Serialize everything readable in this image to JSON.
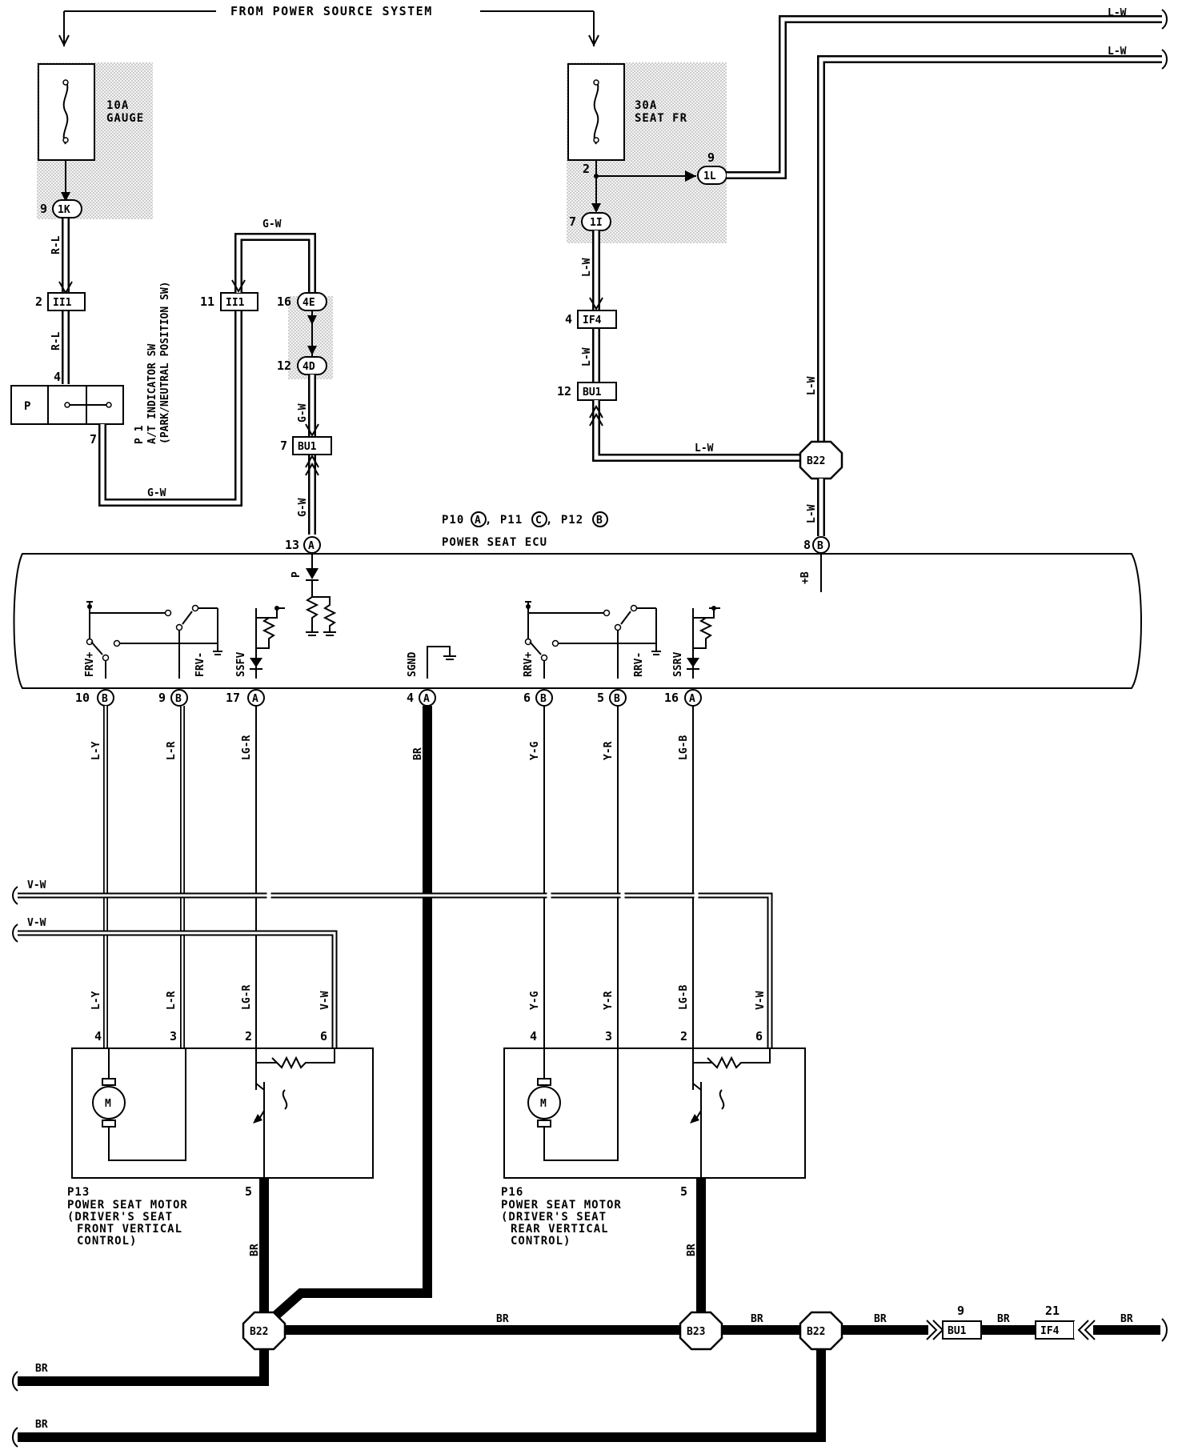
{
  "header": {
    "source_label": "FROM POWER SOURCE SYSTEM"
  },
  "fuses": {
    "gauge": {
      "amp": "10A",
      "name": "GAUGE"
    },
    "seat_fr": {
      "amp": "30A",
      "name": "SEAT FR"
    }
  },
  "connectors": {
    "c1k": "1K",
    "c1l": "1L",
    "c1i": "1I",
    "ii1_a": "II1",
    "ii1_b": "II1",
    "c4e": "4E",
    "c4d": "4D",
    "if4_top": "IF4",
    "bu1_top": "BU1",
    "bu1_mid": "BU1",
    "bu1_bottom": "BU1",
    "if4_bottom": "IF4"
  },
  "pins": {
    "p1k": "9",
    "p1l": "9",
    "p1i": "7",
    "p2": "2",
    "pii1a": "2",
    "pii1b": "11",
    "p4e": "16",
    "p4d": "12",
    "pif4": "4",
    "pbu1": "12",
    "pbu1mid": "7",
    "sw4": "4",
    "sw7": "7",
    "ecu13": "13",
    "ecu8": "8",
    "ecu10": "10",
    "ecu9": "9",
    "ecu17": "17",
    "ecu4": "4",
    "ecu6": "6",
    "ecu5": "5",
    "ecu16": "16",
    "m1_4": "4",
    "m1_3": "3",
    "m1_2": "2",
    "m1_6": "6",
    "m1_5": "5",
    "m2_4": "4",
    "m2_3": "3",
    "m2_2": "2",
    "m2_6": "6",
    "m2_5": "5",
    "bu1b": "9",
    "if4b": "21"
  },
  "pin_letters": {
    "a": "A",
    "b": "B"
  },
  "splices": {
    "b22_top": "B22",
    "b22_left": "B22",
    "b23": "B23",
    "b22_right": "B22"
  },
  "wires": {
    "lw": "L-W",
    "rl": "R-L",
    "gw": "G-W",
    "ly": "L-Y",
    "lr": "L-R",
    "lgr": "LG-R",
    "br": "BR",
    "yg": "Y-G",
    "yr": "Y-R",
    "lgb": "LG-B",
    "vw": "V-W"
  },
  "switch": {
    "id": "P 1",
    "name_line1": "A/T INDICATOR SW",
    "name_line2": "(PARK/NEUTRAL POSITION SW)",
    "contact": "P"
  },
  "ecu": {
    "connectors_prefix1": "P10",
    "connectors_prefix2": ", P11",
    "connectors_prefix3": ", P12",
    "letter_a": "A",
    "letter_c": "C",
    "letter_b": "B",
    "name": "POWER SEAT ECU",
    "terminals": {
      "frv_plus": "FRV+",
      "frv_minus": "FRV-",
      "ssfv": "SSFV",
      "sgnd": "SGND",
      "rrv_plus": "RRV+",
      "rrv_minus": "RRV-",
      "ssrv": "SSRV",
      "p": "P",
      "b": "+B"
    }
  },
  "motors": {
    "front": {
      "id": "P13",
      "line1": "POWER SEAT MOTOR",
      "line2": "(DRIVER'S SEAT",
      "line3": "FRONT VERTICAL",
      "line4": "CONTROL)",
      "symbol": "M"
    },
    "rear": {
      "id": "P16",
      "line1": "POWER SEAT MOTOR",
      "line2": "(DRIVER'S SEAT",
      "line3": "REAR VERTICAL",
      "line4": "CONTROL)",
      "symbol": "M"
    }
  }
}
